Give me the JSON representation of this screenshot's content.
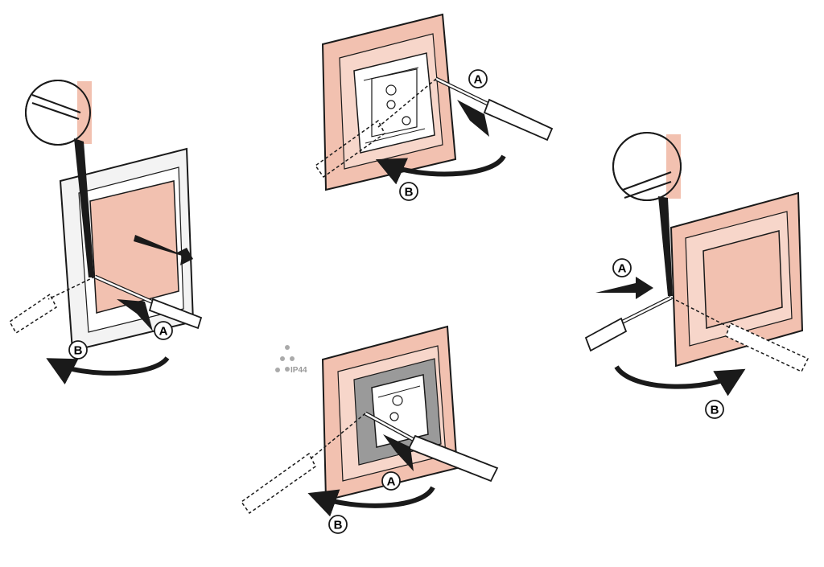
{
  "labels": {
    "a": "A",
    "b": "B"
  },
  "badge": {
    "text": "IP44"
  },
  "colors": {
    "frame": "#f2c1b0",
    "frame_light": "#f7d6ca",
    "frame_dark": "#e6a995",
    "gray_frame": "#f3f3f3",
    "mechanism_gray": "#9a9a9a",
    "outline": "#1a1a1a"
  }
}
